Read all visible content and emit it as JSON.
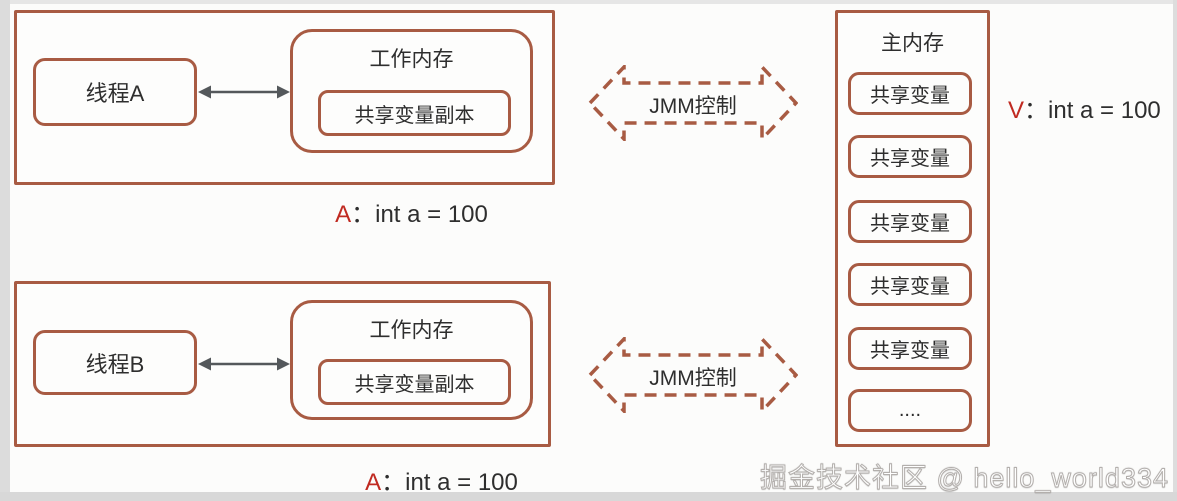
{
  "colors": {
    "box_border": "#a85b43",
    "accent_red": "#c02a21",
    "text_dark": "#2e2e2e",
    "arrow_gray": "#54585b",
    "canvas_bg": "#fcfcfb",
    "edge_gray": "#dcdcdc"
  },
  "groups": [
    {
      "thread_label": "线程A",
      "working_memory_label": "工作内存",
      "copy_label": "共享变量副本",
      "caption_prefix": "A",
      "caption_rest": "：int a = 100"
    },
    {
      "thread_label": "线程B",
      "working_memory_label": "工作内存",
      "copy_label": "共享变量副本",
      "caption_prefix": "A",
      "caption_rest": "：int a = 100"
    }
  ],
  "jmm_arrows": [
    {
      "label": "JMM控制"
    },
    {
      "label": "JMM控制"
    }
  ],
  "main_memory": {
    "title": "主内存",
    "slots": [
      "共享变量",
      "共享变量",
      "共享变量",
      "共享变量",
      "共享变量",
      "...."
    ],
    "caption_prefix": "V",
    "caption_rest": "：int a = 100"
  },
  "watermark": "掘金技术社区 @ hello_world334"
}
